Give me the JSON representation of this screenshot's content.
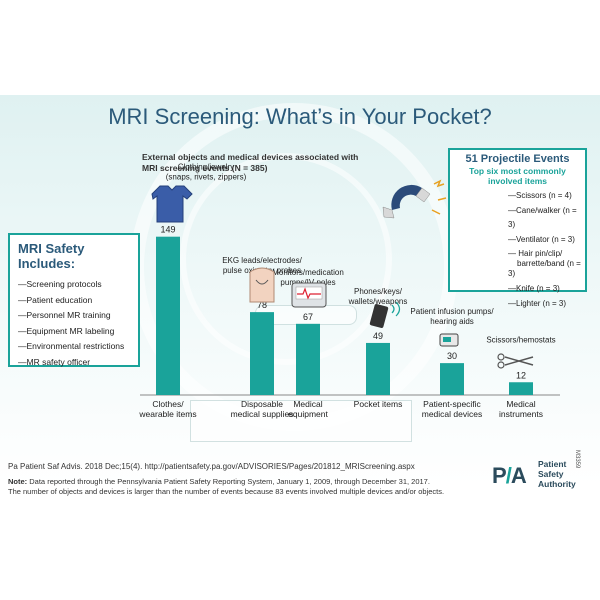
{
  "title": "MRI Screening: What’s in Your Pocket?",
  "subtitle_line1": "External objects and medical devices associated with",
  "subtitle_line2": "MRI screening events (N = 385)",
  "safety": {
    "heading_line1": "MRI Safety",
    "heading_line2": "Includes:",
    "items": [
      "Screening protocols",
      "Patient education",
      "Personnel MR training",
      "Equipment MR labeling",
      "Environmental restrictions",
      "MR safety officer"
    ]
  },
  "projectile": {
    "heading": "51 Projectile Events",
    "subheading_line1": "Top six most commonly",
    "subheading_line2": "involved items",
    "items": [
      "Scissors (n = 4)",
      "Cane/walker (n = 3)",
      "Ventilator (n = 3)",
      "Hair pin/clip/",
      "barrette/band (n = 3)",
      "Knife (n = 3)",
      "Lighter (n = 3)"
    ]
  },
  "chart_data": {
    "type": "bar",
    "categories": [
      [
        "Clothes/",
        "wearable items"
      ],
      [
        "Disposable",
        "medical supplies"
      ],
      [
        "Medical",
        "equipment"
      ],
      [
        "Pocket items"
      ],
      [
        "Patient-specific",
        "medical devices"
      ],
      [
        "Medical",
        "instruments"
      ]
    ],
    "values": [
      149,
      78,
      67,
      49,
      30,
      12
    ],
    "annotations": [
      [
        "Clothing/jewelry",
        "(snaps, rivets, zippers)"
      ],
      [
        "EKG leads/electrodes/",
        "pulse oximetry probes"
      ],
      [
        "Monitors/medication",
        "pumps/IV poles"
      ],
      [
        "Phones/keys/",
        "wallets/weapons"
      ],
      [
        "Patient infusion pumps/",
        "hearing aids"
      ],
      [
        "Scissors/hemostats"
      ]
    ],
    "ylim": [
      0,
      160
    ],
    "bar_color": "#1aa39a"
  },
  "icons": [
    "shirt-icon",
    "ekg-torso-icon",
    "monitor-icon",
    "phone-icon",
    "infusion-pump-icon",
    "scissors-icon",
    "magnet-icon"
  ],
  "citation": "Pa Patient Saf Advis. 2018 Dec;15(4). http://patientsafety.pa.gov/ADVISORIES/Pages/201812_MRIScreening.aspx",
  "note_label": "Note:",
  "note_text": "Data reported through the Pennsylvania Patient Safety Reporting System, January 1, 2009, through December 31, 2017.",
  "note_text2": "The number of objects and devices is larger than the number of events because 83 events involved multiple devices and/or objects.",
  "logo": {
    "mark_p": "P",
    "mark_slash": "/",
    "mark_a": "A",
    "line1": "Patient",
    "line2": "Safety",
    "line3": "Authority"
  },
  "doc_id": "M3359"
}
